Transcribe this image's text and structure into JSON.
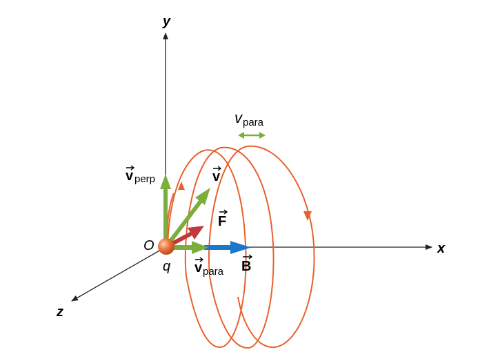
{
  "axes": {
    "x": "x",
    "y": "y",
    "z": "z"
  },
  "origin": {
    "label": "O",
    "charge": "q"
  },
  "vectors": {
    "v_perp": {
      "symbol": "v",
      "subscript": "perp"
    },
    "v": {
      "symbol": "v"
    },
    "F": {
      "symbol": "F"
    },
    "v_para": {
      "symbol": "v",
      "subscript": "para"
    },
    "B": {
      "symbol": "B"
    }
  },
  "drift": {
    "symbol": "v",
    "subscript": "para"
  },
  "colors": {
    "helix": "#e8612c",
    "velocity": "#7cae3e",
    "force": "#c0393b",
    "field": "#1a77c9",
    "charge": "#e8612c",
    "axis": "#222222"
  }
}
